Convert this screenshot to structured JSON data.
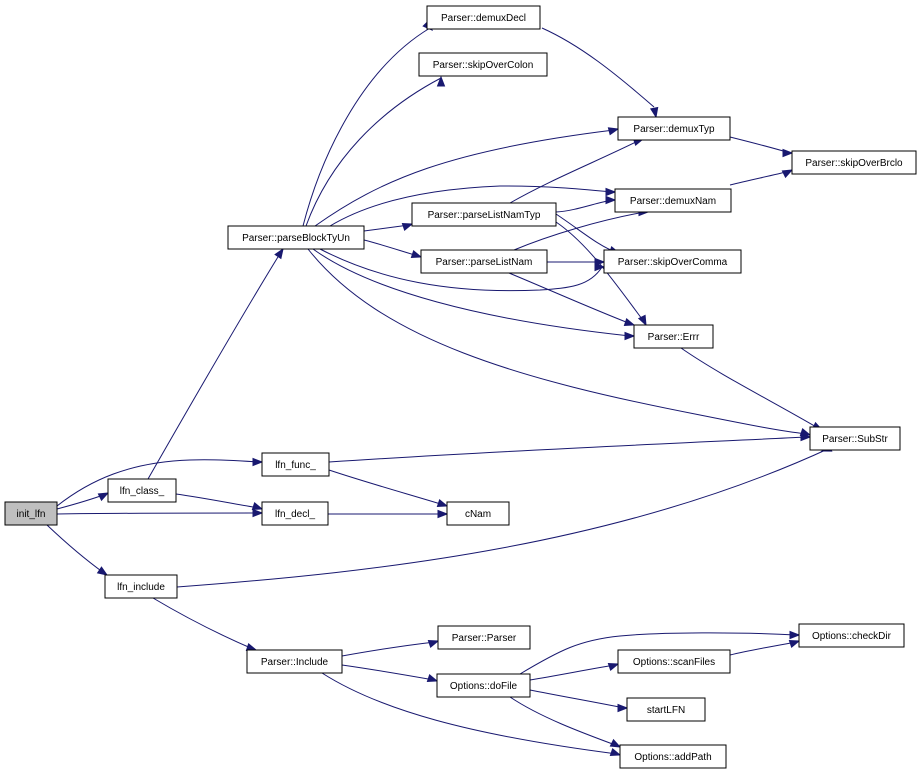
{
  "colors": {
    "edge": "#191970",
    "root_fill": "#bfbfbf",
    "node_fill": "#ffffff",
    "node_border": "#000000"
  },
  "nodes": {
    "init_lfn": "init_lfn",
    "lfn_class": "lfn_class_",
    "lfn_func": "lfn_func_",
    "lfn_decl": "lfn_decl_",
    "lfn_include": "lfn_include",
    "cNam": "cNam",
    "parseBlockTyUn": "Parser::parseBlockTyUn",
    "demuxDecl": "Parser::demuxDecl",
    "skipOverColon": "Parser::skipOverColon",
    "demuxTyp": "Parser::demuxTyp",
    "skipOverBrclo": "Parser::skipOverBrclo",
    "demuxNam": "Parser::demuxNam",
    "parseListNamTyp": "Parser::parseListNamTyp",
    "parseListNam": "Parser::parseListNam",
    "skipOverComma": "Parser::skipOverComma",
    "errr": "Parser::Errr",
    "subStr": "Parser::SubStr",
    "parserInclude": "Parser::Include",
    "parserParser": "Parser::Parser",
    "doFile": "Options::doFile",
    "checkDir": "Options::checkDir",
    "scanFiles": "Options::scanFiles",
    "startLFN": "startLFN",
    "addPath": "Options::addPath"
  }
}
